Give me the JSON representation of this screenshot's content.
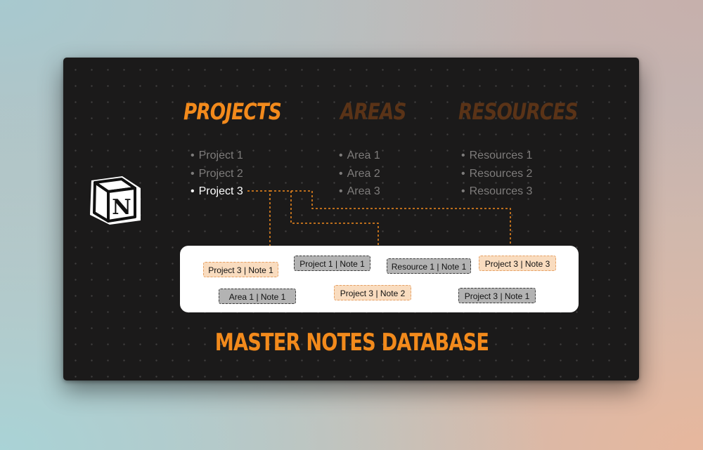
{
  "columns": {
    "projects": {
      "title": "PROJECTS",
      "items": [
        "Project 1",
        "Project 2",
        "Project 3"
      ]
    },
    "areas": {
      "title": "AREAS",
      "items": [
        "Area 1",
        "Area 2",
        "Area 3"
      ]
    },
    "resources": {
      "title": "RESOURCES",
      "items": [
        "Resources 1",
        "Resources 2",
        "Resources 3"
      ]
    }
  },
  "selected_item": "Project 3",
  "logo": {
    "icon": "notion-logo",
    "letter": "N"
  },
  "notes": [
    {
      "label": "Project 3 | Note 1",
      "linked": true
    },
    {
      "label": "Project 1 | Note 1",
      "linked": false
    },
    {
      "label": "Resource  1 | Note 1",
      "linked": false
    },
    {
      "label": "Project 3 | Note 3",
      "linked": true
    },
    {
      "label": "Area 1 | Note 1",
      "linked": false
    },
    {
      "label": "Project 3 | Note 2",
      "linked": true
    },
    {
      "label": "Project 3 | Note 1",
      "linked": false
    }
  ],
  "database_title": "MASTER NOTES DATABASE",
  "colors": {
    "accent": "#f28a1c",
    "muted_heading": "#5a3317",
    "panel": "#1b1a1a",
    "linked_note_fill": "#f9dcbf",
    "other_note_fill": "#b3b3b3"
  }
}
